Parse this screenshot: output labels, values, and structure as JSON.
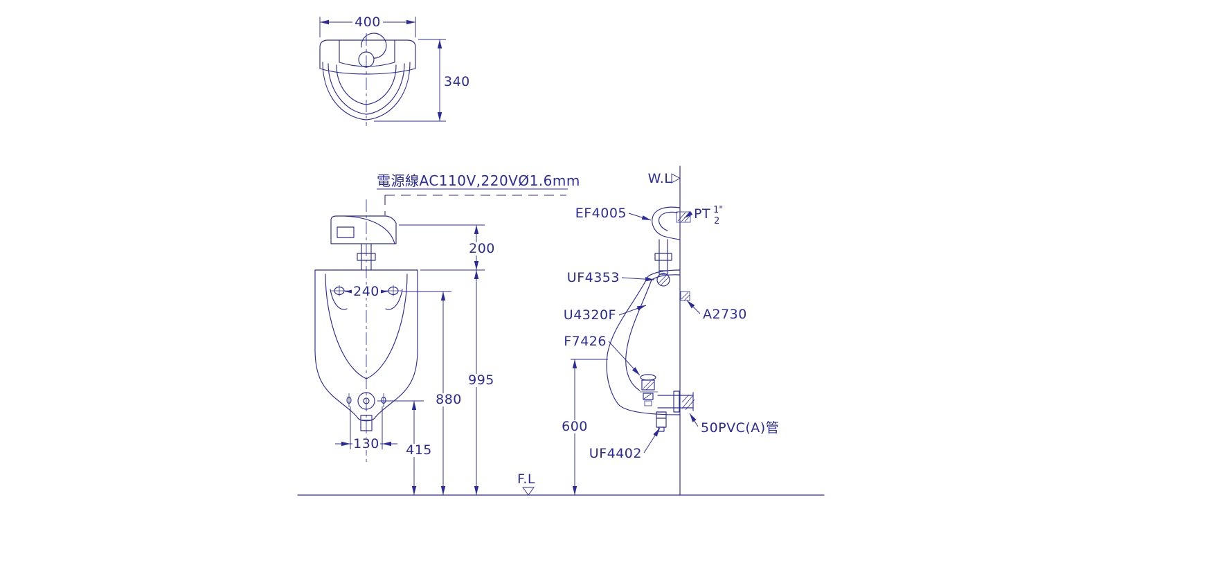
{
  "colors": {
    "line": "#2b2b99",
    "background": "#ffffff"
  },
  "top_view": {
    "dim_width": "400",
    "dim_depth": "340"
  },
  "front_view": {
    "power_cable_label": "電源線AC110V,220VØ1.6mm",
    "dim_valve_to_rim": "200",
    "dim_mount_holes": "240",
    "dim_sensor_height": "995",
    "dim_mount_height": "880",
    "dim_drain_height": "415",
    "dim_outlet_bolts": "130",
    "floor_label": "F.L"
  },
  "side_view": {
    "wall_label": "W.L",
    "flush_valve_model": "EF4005",
    "supply_label": "PT",
    "supply_frac_num": "1\"",
    "supply_frac_den": "2",
    "spud_model": "UF4353",
    "urinal_model": "U4320F",
    "strainer_model": "F7426",
    "adapter_model": "A2730",
    "drain_pipe_label": "50PVC(A)管",
    "trap_model": "UF4402",
    "dim_rim_height": "600"
  }
}
